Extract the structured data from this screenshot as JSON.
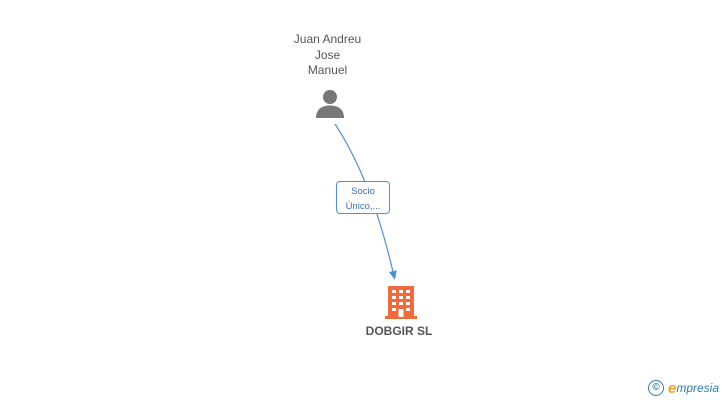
{
  "person": {
    "name_lines": [
      "Juan Andreu",
      "Jose",
      "Manuel"
    ],
    "icon": "person-icon"
  },
  "relation": {
    "label_lines": [
      "Socio",
      "Único,..."
    ]
  },
  "company": {
    "name": "DOBGIR SL",
    "icon": "building-icon"
  },
  "brand": {
    "symbol": "©",
    "first_letter": "e",
    "rest": "mpresia"
  },
  "colors": {
    "person_icon": "#777777",
    "edge": "#4a90e2",
    "company_icon": "#f26b3a",
    "brand_blue": "#2a7fb0",
    "brand_orange": "#f0a020"
  }
}
